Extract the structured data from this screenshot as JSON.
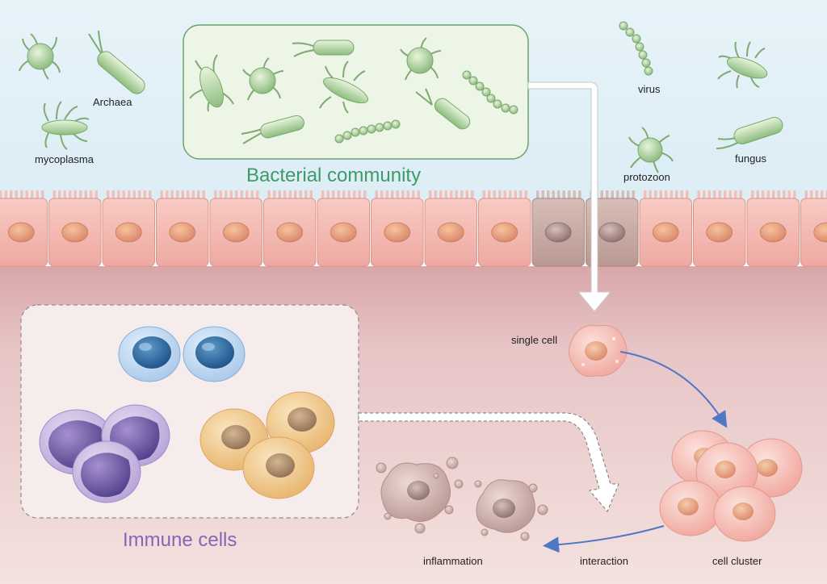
{
  "microbes": {
    "archaea": "Archaea",
    "mycoplasma": "mycoplasma",
    "virus": "virus",
    "protozoon": "protozoon",
    "fungus": "fungus"
  },
  "bacterial_community": {
    "title": "Bacterial community"
  },
  "immune_cells": {
    "title": "Immune cells"
  },
  "process": {
    "single_cell": "single cell",
    "cell_cluster": "cell cluster",
    "interaction": "interaction",
    "inflammation": "inflammation"
  },
  "colors": {
    "sky": "#e3f1f8",
    "microbe": "#9cc890",
    "community_title": "#3e9a6a",
    "immune_title": "#8a63b8",
    "epithelium": "#f1b6ae",
    "tissue": "#e3bdbf",
    "arrow_blue": "#4f78c4"
  }
}
